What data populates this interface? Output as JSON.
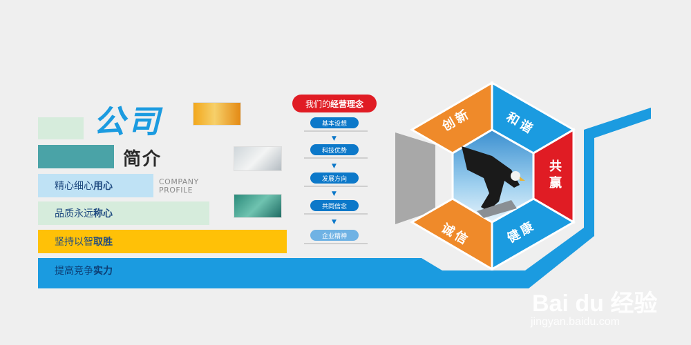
{
  "title": {
    "calligraphy": "公司",
    "subtitle": "简介",
    "profile_line1": "COMPANY",
    "profile_line2": "PROFILE"
  },
  "slogans": [
    {
      "light": "精心细心",
      "bold": "用心"
    },
    {
      "light": "品质永远",
      "bold": "称心"
    },
    {
      "light": "坚持以智",
      "bold": "取胜"
    },
    {
      "light": "提高竞争",
      "bold": "实力"
    }
  ],
  "flow": {
    "title_light": "我们的",
    "title_bold": "经营理念",
    "steps": [
      "基本设想",
      "科技优势",
      "发展方向",
      "共同信念",
      "企业精神"
    ]
  },
  "hexagon": {
    "segments": [
      "创新",
      "和谐",
      "共赢",
      "健康",
      "诚信"
    ]
  },
  "watermark": {
    "brand": "Bai du 经验",
    "url": "jingyan.baidu.com"
  },
  "colors": {
    "blue": "#1b9be0",
    "orange": "#ef8a2a",
    "red": "#e01c24",
    "yellow": "#ffc107",
    "teal": "#4aa3a7",
    "light_green": "#d6ecdc",
    "light_blue": "#bfe2f5",
    "gray": "#a8a8a8"
  }
}
